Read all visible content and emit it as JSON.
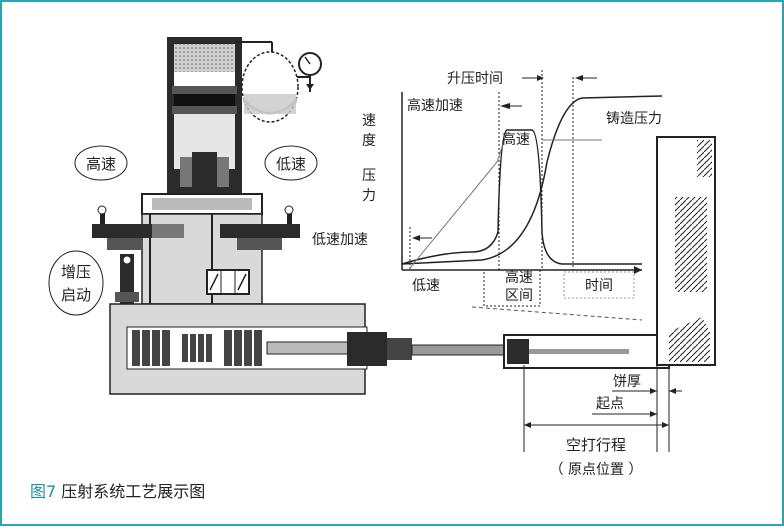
{
  "caption": {
    "figure_no": "图7",
    "title": "压射系统工艺展示图"
  },
  "colors": {
    "frame": "#2aa3b5",
    "caption_number": "#1f8fa3",
    "metal_dark": "#2b2b2b",
    "metal_light": "#d9d9d9"
  },
  "machine_labels": {
    "high_speed": "高速",
    "low_speed": "低速",
    "boost_start_line1": "增压",
    "boost_start_line2": "启动"
  },
  "graph_labels": {
    "y_speed_1": "速",
    "y_speed_2": "度",
    "y_pressure_1": "压",
    "y_pressure_2": "力",
    "pressure_rise_time": "升压时间",
    "high_speed_accel": "高速加速",
    "high_speed_peak": "高速",
    "casting_pressure": "铸造压力",
    "low_speed_accel": "低速加速",
    "low_speed_zone": "低速",
    "high_speed_zone_1": "高速",
    "high_speed_zone_2": "区间",
    "time": "时间"
  },
  "dimension_labels": {
    "biscuit_thickness": "饼厚",
    "start_point": "起点",
    "idle_stroke": "空打行程",
    "origin_position": "（ 原点位置 ）"
  }
}
